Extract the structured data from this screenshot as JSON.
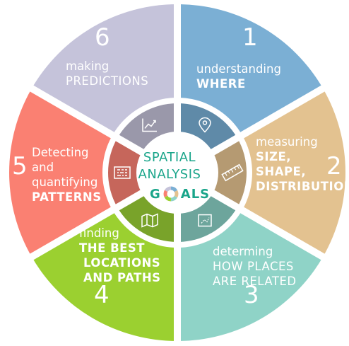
{
  "center": {
    "line1": "SPATIAL",
    "line2": "ANALYSIS",
    "goals_before_icon": "G",
    "goals_after_icon": "ALS",
    "text_color": "#1aa58a"
  },
  "segments": [
    {
      "number": "1",
      "lines": [
        "understanding"
      ],
      "bold_lines": [
        "WHERE"
      ],
      "color": "#7bafd4",
      "inner_color": "#5f8aa8",
      "icon": "location-pin-icon"
    },
    {
      "number": "2",
      "lines": [
        "measuring"
      ],
      "bold_lines": [
        "SIZE,",
        "SHAPE,",
        "DISTRIBUTION"
      ],
      "color": "#e3c290",
      "inner_color": "#b59a72",
      "icon": "ruler-icon"
    },
    {
      "number": "3",
      "lines": [
        "determing",
        "HOW PLACES",
        "ARE RELATED"
      ],
      "bold_lines": [],
      "color": "#8fd3c7",
      "inner_color": "#6da59c",
      "icon": "map-relation-icon"
    },
    {
      "number": "4",
      "lines": [
        "finding"
      ],
      "bold_lines": [
        "THE BEST",
        "LOCATIONS",
        "AND PATHS"
      ],
      "color": "#9bd030",
      "inner_color": "#79a32a",
      "icon": "folded-map-icon"
    },
    {
      "number": "5",
      "lines": [
        "Detecting",
        "and",
        "quantifying"
      ],
      "bold_lines": [
        "PATTERNS"
      ],
      "color": "#fa8072",
      "inner_color": "#c6665b",
      "icon": "pattern-map-icon"
    },
    {
      "number": "6",
      "lines": [
        "making",
        "PREDICTIONS"
      ],
      "bold_lines": [],
      "color": "#c5c3da",
      "inner_color": "#9a98aa",
      "icon": "trend-chart-icon"
    }
  ]
}
